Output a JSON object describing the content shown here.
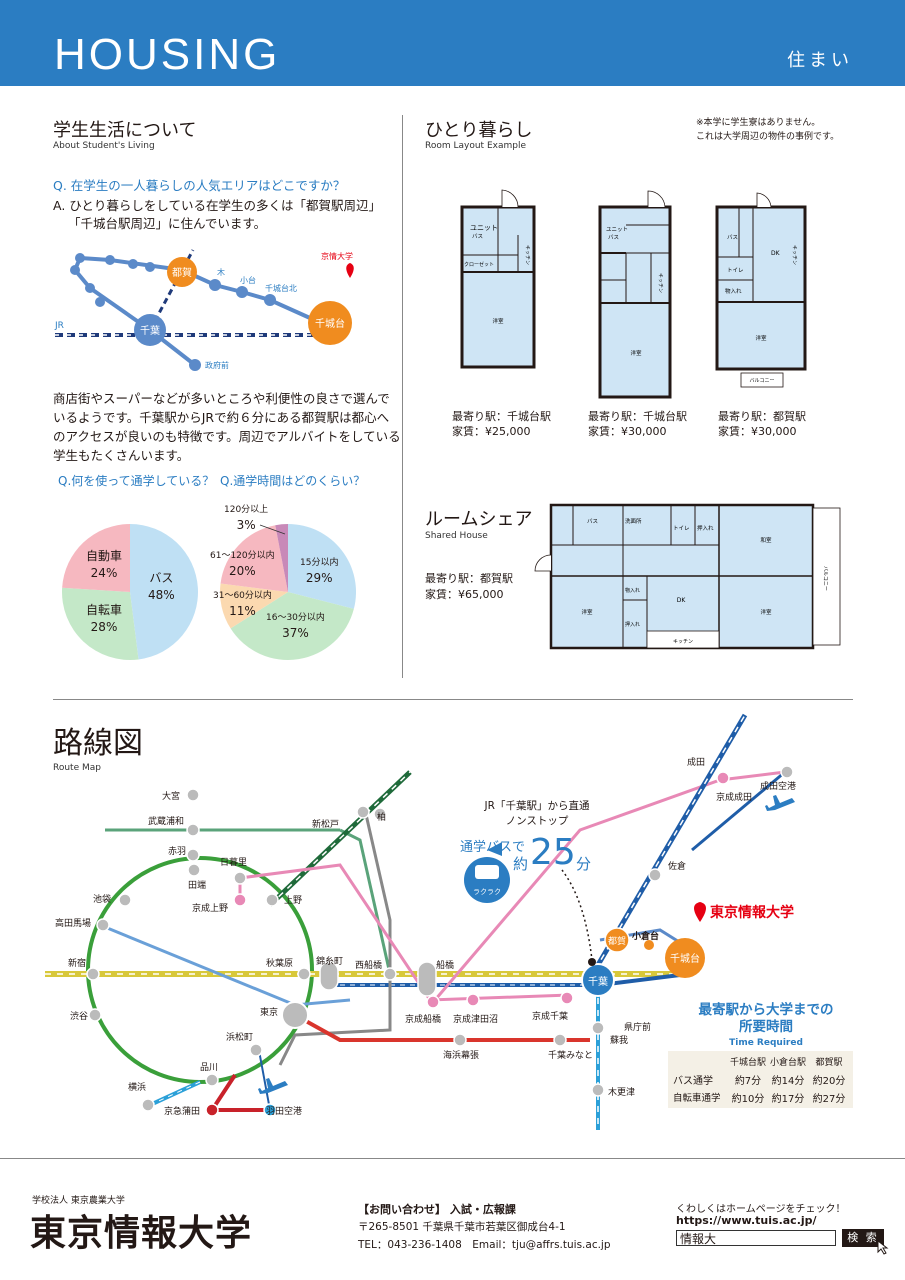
{
  "header": {
    "title": "HOUSING",
    "title_jp": "住まい"
  },
  "student_life": {
    "title": "学生生活について",
    "title_en": "About Student's Living",
    "question": "Q.  在学生の一人暮らしの人気エリアはどこですか？",
    "answer_line1": "A.  ひとり暮らしをしている在学生の多くは「都賀駅周辺」",
    "answer_line2": "「千城台駅周辺」に住んでいます。",
    "map": {
      "jr": "JR",
      "tsuga": "都賀",
      "chishirodai": "千城台",
      "chiba": "千葉",
      "noki": "木",
      "odai": "小台",
      "chishirodaikita": "千城台北",
      "kenchomae": "政府前",
      "university": "京情大学"
    },
    "body1": "商店街やスーパーなどが多いところや利便性の良さで選んで",
    "body2": "いるようです。千葉駅からJRで約６分にある都賀駅は都心へ",
    "body3": "のアクセスが良いのも特徴です。周辺でアルバイトをしている",
    "body4": "学生もたくさんいます。",
    "q_transport": "Q.何を使って通学している？",
    "q_time": "Q.通学時間はどのくらい？"
  },
  "chart_data": [
    {
      "type": "pie",
      "categories": [
        "バス",
        "自転車",
        "自動車"
      ],
      "values": [
        48,
        28,
        24
      ],
      "labels": [
        "48%",
        "28%",
        "24%"
      ],
      "colors": [
        "#bfe0f4",
        "#c4e8c8",
        "#f6b8c0"
      ]
    },
    {
      "type": "pie",
      "categories": [
        "15分以内",
        "16〜30分以内",
        "31〜60分以内",
        "61〜120分以内",
        "120分以上"
      ],
      "values": [
        29,
        37,
        11,
        20,
        3
      ],
      "labels": [
        "29%",
        "37%",
        "11%",
        "20%",
        "3%"
      ],
      "colors": [
        "#bfe0f4",
        "#c4e8c8",
        "#fbd9b0",
        "#f6b8c0",
        "#c889b8"
      ]
    }
  ],
  "single_life": {
    "title": "ひとり暮らし",
    "title_en": "Room Layout Example",
    "note1": "※本学に学生寮はありません。",
    "note2": "これは大学周辺の物件の事例です。",
    "rooms": [
      {
        "station": "最寄り駅：千城台駅",
        "rent": "家賃：¥25,000"
      },
      {
        "station": "最寄り駅：千城台駅",
        "rent": "家賃：¥30,000"
      },
      {
        "station": "最寄り駅：都賀駅",
        "rent": "家賃：¥30,000"
      }
    ],
    "labels": {
      "unit_bath": "ユニットバス",
      "unit": "ユニット",
      "bath": "バス",
      "closet": "クローゼット",
      "kitchen": "キッチン",
      "western": "洋室",
      "dk": "DK",
      "toilet": "トイレ",
      "oshiire": "物入れ",
      "balcony": "バルコニー"
    }
  },
  "room_share": {
    "title": "ルームシェア",
    "title_en": "Shared House",
    "station": "最寄り駅：都賀駅",
    "rent": "家賃：¥65,000",
    "labels": {
      "bath": "バス",
      "washroom": "洗面所",
      "toilet": "トイレ",
      "oshiire": "押入れ",
      "japanese": "和室",
      "western": "洋室",
      "dk": "DK",
      "monoire": "物入れ",
      "kitchen": "キッチン",
      "balcony": "バルコニー"
    }
  },
  "route_map": {
    "title": "路線図",
    "title_en": "Route Map",
    "stations": {
      "omiya": "大宮",
      "musashiurawa": "武蔵浦和",
      "akabane": "赤羽",
      "tabata": "田端",
      "ikebukuro": "池袋",
      "takadanobaba": "高田馬場",
      "shinjuku": "新宿",
      "shibuya": "渋谷",
      "nippori": "日暮里",
      "keiseiueno": "京成上野",
      "ueno": "上野",
      "akihabara": "秋葉原",
      "tokyo": "東京",
      "hamamatsucho": "浜松町",
      "shinagawa": "品川",
      "yokohama": "横浜",
      "keikyukamata": "京急蒲田",
      "haneda": "羽田空港",
      "shinmatsudo": "新松戸",
      "kashiwa": "柏",
      "kinshicho": "錦糸町",
      "nishifunabashi": "西船橋",
      "funabashi": "船橋",
      "keiseifunabashi": "京成船橋",
      "keiseitsudanuma": "京成津田沼",
      "keiseichiba": "京成千葉",
      "kaihinmakuhari": "海浜幕張",
      "chibaminato": "千葉みなと",
      "chiba": "千葉",
      "kenchomae": "県庁前",
      "soga": "蘇我",
      "kisarazu": "木更津",
      "tsuga": "都賀",
      "ogurадai": "小倉台",
      "chishirodai": "千城台",
      "sakura": "佐倉",
      "narita": "成田",
      "keiseinarita": "京成成田",
      "naritaairport": "成田空港"
    },
    "bus_note1": "JR「千葉駅」から直通",
    "bus_note2": "ノンストップ",
    "bus_prefix": "通学バスで",
    "bus_approx": "約",
    "bus_minutes": "25",
    "bus_unit": "分",
    "bus_name": "ラクラク",
    "university": "東京情報大学",
    "time_title1": "最寄駅から大学までの",
    "time_title2": "所要時間",
    "time_title_en": "Time Required",
    "table": {
      "headers": [
        "",
        "千城台駅",
        "小倉台駅",
        "都賀駅"
      ],
      "rows": [
        [
          "バス通学",
          "約7分",
          "約14分",
          "約20分"
        ],
        [
          "自転車通学",
          "約10分",
          "約17分",
          "約27分"
        ]
      ]
    }
  },
  "footer": {
    "org": "学校法人 東京農業大学",
    "logo": "東京情報大学",
    "contact_title": "【お問い合わせ】 入試・広報課",
    "address": "〒265-8501 千葉県千葉市若葉区御成台4-1",
    "tel": "TEL：043-236-1408　Email：tju@affrs.tuis.ac.jp",
    "check": "くわしくはホームページをチェック！",
    "url": "https://www.tuis.ac.jp/",
    "search_value": "情報大",
    "search_button": "検 索"
  }
}
